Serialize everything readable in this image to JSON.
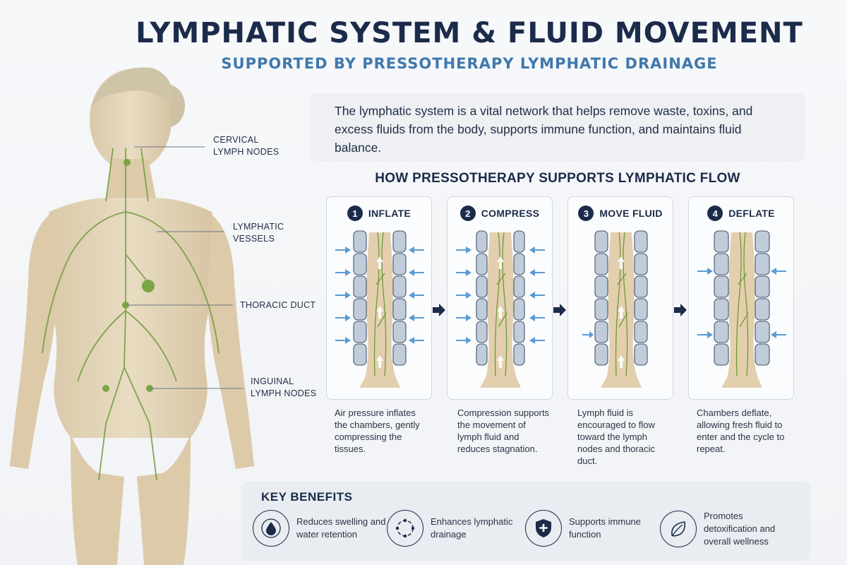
{
  "header": {
    "title": "LYMPHATIC SYSTEM & FLUID MOVEMENT",
    "subtitle": "SUPPORTED BY PRESSOTHERAPY LYMPHATIC DRAINAGE"
  },
  "callouts": {
    "cervical_1": "CERVICAL",
    "cervical_2": "LYMPH NODES",
    "vessels_1": "LYMPHATIC",
    "vessels_2": "VESSELS",
    "thoracic": "THORACIC DUCT",
    "inguinal_1": "INGUINAL",
    "inguinal_2": "LYMPH NODES"
  },
  "intro": "The lymphatic system is a vital network that helps remove waste, toxins, and excess fluids from the body, supports immune function, and maintains fluid balance.",
  "how": {
    "title": "HOW PRESSOTHERAPY SUPPORTS LYMPHATIC FLOW",
    "steps": [
      {
        "num": "1",
        "label": "INFLATE",
        "desc": "Air pressure inflates the chambers, gently compressing the tissues."
      },
      {
        "num": "2",
        "label": "COMPRESS",
        "desc": "Compression supports the movement of lymph fluid and reduces stagnation."
      },
      {
        "num": "3",
        "label": "MOVE FLUID",
        "desc": "Lymph fluid is encouraged to flow toward the lymph nodes and thoracic duct."
      },
      {
        "num": "4",
        "label": "DEFLATE",
        "desc": "Chambers deflate, allowing fresh fluid to enter and the cycle to repeat."
      }
    ]
  },
  "benefits": {
    "title": "KEY BENEFITS",
    "items": [
      {
        "icon": "water-drop-icon",
        "text": "Reduces swelling and water retention"
      },
      {
        "icon": "circular-flow-icon",
        "text": "Enhances lymphatic drainage"
      },
      {
        "icon": "shield-plus-icon",
        "text": "Supports immune function"
      },
      {
        "icon": "leaf-icon",
        "text": "Promotes detoxification and overall wellness"
      }
    ]
  },
  "colors": {
    "navy": "#1b2b4a",
    "accent_blue": "#3f78ad",
    "lymph_green": "#6f9a3a",
    "skin": "#e3d2b4",
    "arrow_blue": "#5b9bd5"
  }
}
